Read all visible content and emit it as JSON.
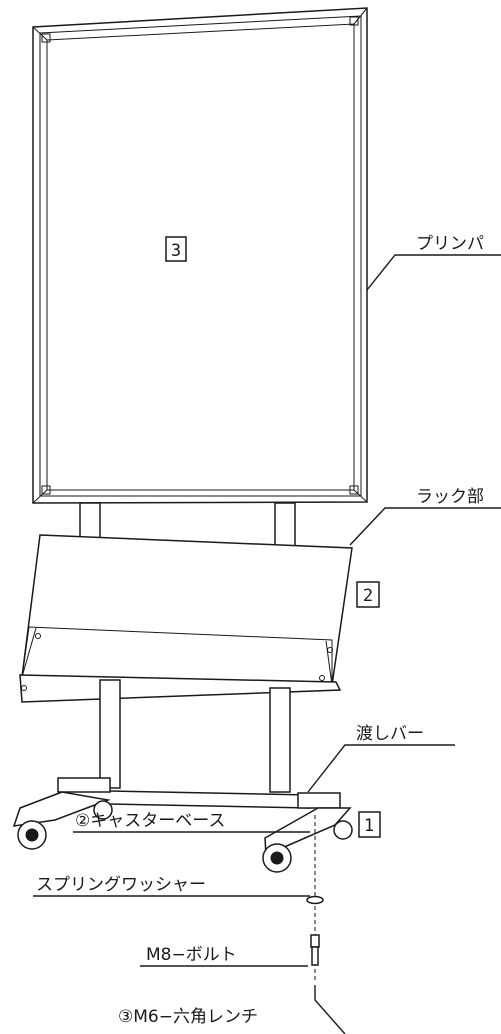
{
  "labels": {
    "print_panel": "プリンパ",
    "rack": "ラック部",
    "cross_bar": "渡しバー",
    "caster_base": "②キャスターベース",
    "spring_washer": "スプリングワッシャー",
    "bolt": "M8−ボルト",
    "hex_wrench": "③M6−六角レンチ"
  },
  "part_numbers": {
    "panel": "3",
    "rack": "2",
    "base": "1"
  }
}
